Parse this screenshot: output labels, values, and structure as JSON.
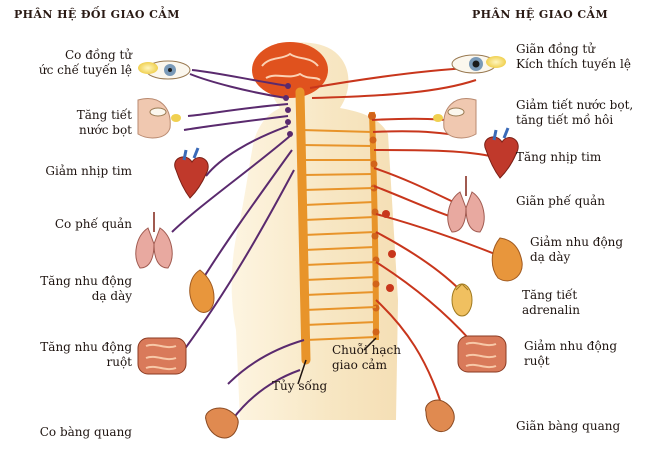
{
  "headings": {
    "parasympathetic": "PHÂN HỆ ĐỐI GIAO CẢM",
    "sympathetic": "PHÂN HỆ GIAO CẢM"
  },
  "parasympathetic_effects": [
    {
      "line1": "Co đồng tử",
      "line2": "ức chế tuyến lệ"
    },
    {
      "line1": "Tăng tiết",
      "line2": "nước bọt"
    },
    {
      "line1": "Giảm nhịp tim",
      "line2": ""
    },
    {
      "line1": "Co phế quản",
      "line2": ""
    },
    {
      "line1": "Tăng nhu động",
      "line2": "dạ dày"
    },
    {
      "line1": "Tăng nhu động",
      "line2": "ruột"
    },
    {
      "line1": "Co bàng quang",
      "line2": ""
    }
  ],
  "sympathetic_effects": [
    {
      "line1": "Giãn đồng tử",
      "line2": "Kích thích tuyến lệ"
    },
    {
      "line1": "Giảm tiết nước bọt,",
      "line2": "tăng tiết mồ hôi"
    },
    {
      "line1": "Tăng nhịp tim",
      "line2": ""
    },
    {
      "line1": "Giãn phế quản",
      "line2": ""
    },
    {
      "line1": "Giảm nhu động",
      "line2": "dạ dày"
    },
    {
      "line1": "Tăng tiết",
      "line2": "adrenalin"
    },
    {
      "line1": "Giảm nhu động",
      "line2": "ruột"
    },
    {
      "line1": "Giãn bàng quang",
      "line2": ""
    }
  ],
  "structures": {
    "spinal_cord": "Tủy sống",
    "chain_line1": "Chuỗi hạch",
    "chain_line2": "giao cảm"
  },
  "colors": {
    "parasympathetic_nerve": "#5a2a6e",
    "sympathetic_nerve": "#c8361c",
    "spinal_cord": "#e8942a",
    "body_silhouette": "#f6e2b8",
    "brain": "#e0521e",
    "organ_skin": "#f0c8b0",
    "heart": "#c0392b",
    "lung": "#e8a9a0",
    "stomach": "#e8963c",
    "intestine": "#d97a5a",
    "bladder": "#e08a50"
  }
}
